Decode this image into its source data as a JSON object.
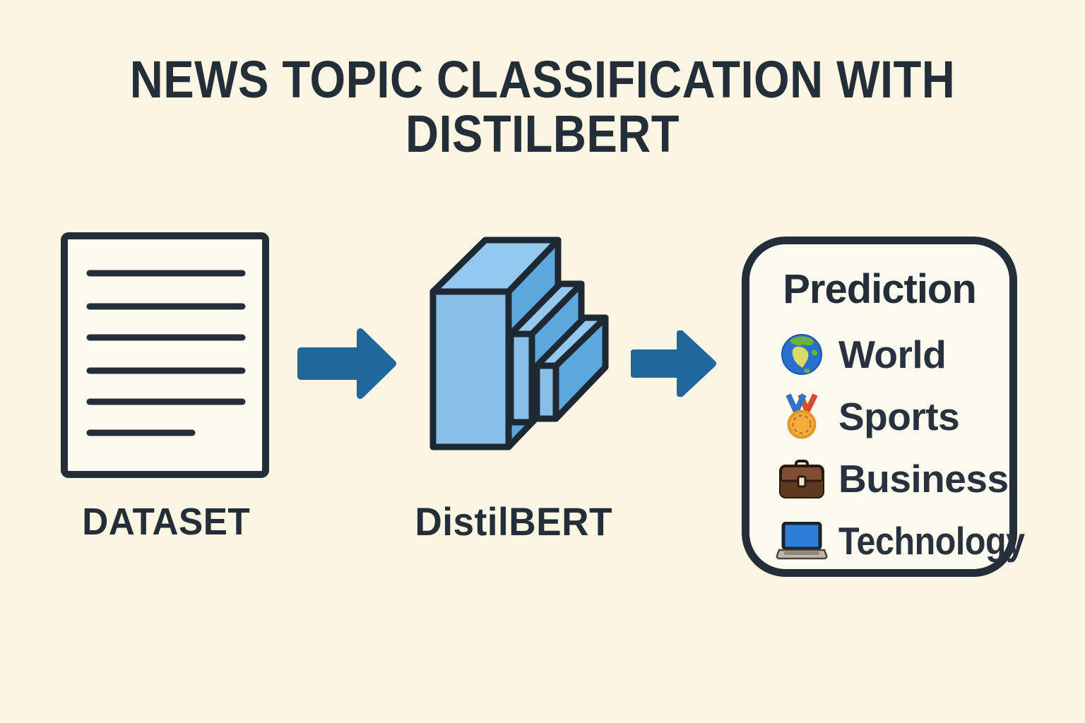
{
  "title": {
    "line1": "NEWS TOPIC CLASSIFICATION WITH",
    "line2": "DISTILBERT"
  },
  "stages": {
    "dataset": {
      "label": "DATASET",
      "icon": "document-icon"
    },
    "model": {
      "label": "DistilBERT",
      "icon": "model-blocks-icon"
    }
  },
  "flow": {
    "arrow_icon": "right-arrow-icon",
    "arrow_count": 2
  },
  "prediction": {
    "title": "Prediction",
    "classes": [
      {
        "icon": "globe-icon",
        "label": "World"
      },
      {
        "icon": "medal-icon",
        "label": "Sports"
      },
      {
        "icon": "briefcase-icon",
        "label": "Business"
      },
      {
        "icon": "laptop-icon",
        "label": "Technology"
      }
    ]
  },
  "colors": {
    "background": "#fbf5e3",
    "ink": "#242e39",
    "arrow_blue": "#20689b",
    "block_front": "#88bfe9",
    "block_top": "#93c9ef",
    "block_side": "#5ca7db",
    "panel_fill": "#fdfaef"
  }
}
